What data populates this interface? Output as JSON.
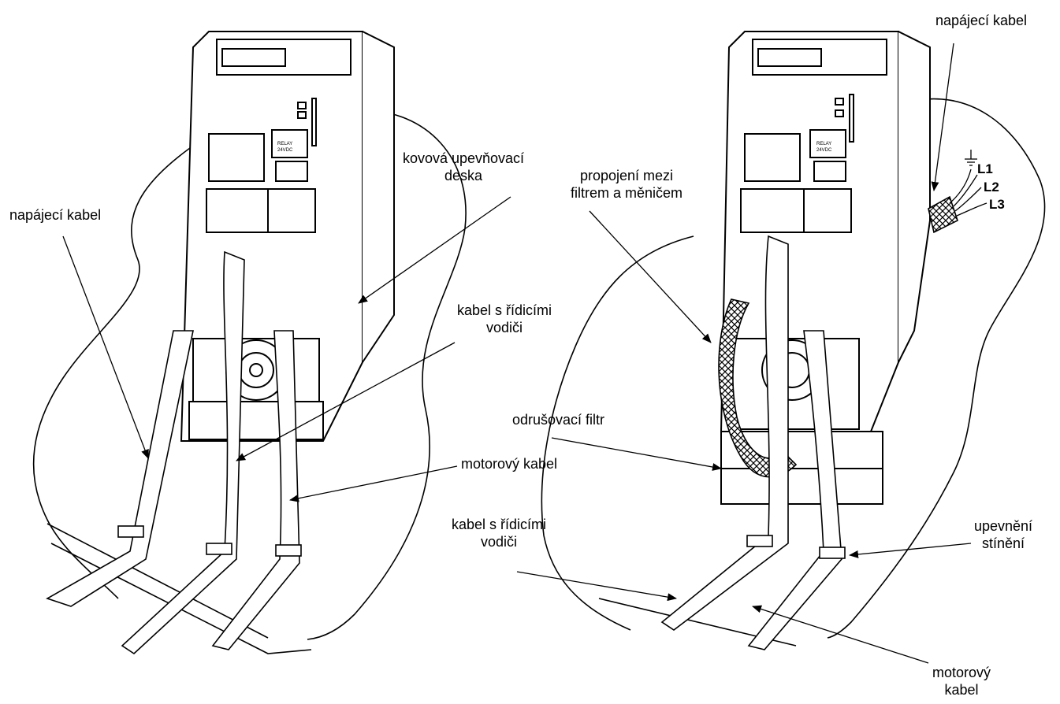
{
  "left_figure": {
    "labels": {
      "power_cable": "napájecí kabel",
      "metal_plate_line1": "kovová upevňovací",
      "metal_plate_line2": "deska",
      "control_cable_line1": "kabel s řídicími",
      "control_cable_line2": "vodiči",
      "motor_cable": "motorový kabel"
    }
  },
  "right_figure": {
    "labels": {
      "power_cable": "napájecí kabel",
      "filter_link_line1": "propojení mezi",
      "filter_link_line2": "filtrem a měničem",
      "emi_filter": "odrušovací filtr",
      "control_cable_line1": "kabel s řídicími",
      "control_cable_line2": "vodiči",
      "shield_clamp_line1": "upevnění",
      "shield_clamp_line2": "stínění",
      "motor_cable_line1": "motorový",
      "motor_cable_line2": "kabel"
    },
    "phases": [
      "L1",
      "L2",
      "L3"
    ]
  },
  "device": {
    "relay_label_1": "RELAY",
    "relay_label_2": "24VDC"
  }
}
